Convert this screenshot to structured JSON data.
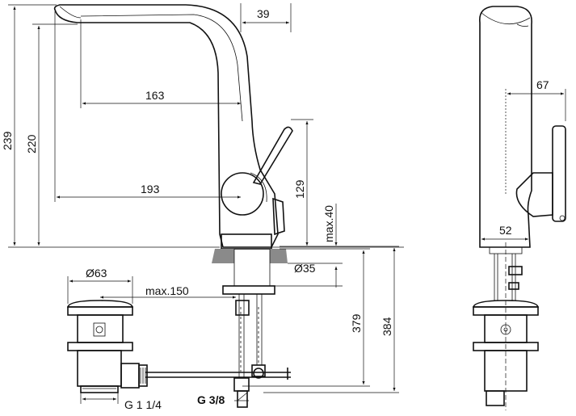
{
  "dimensions": {
    "d39": "39",
    "d163": "163",
    "d193": "193",
    "d239": "239",
    "d220": "220",
    "d129": "129",
    "dmax40": "max.40",
    "d35": "Ø35",
    "d63": "Ø63",
    "dmax150": "max.150",
    "d379": "379",
    "d384": "384",
    "dG114": "G 1 1/4",
    "dG38": "G 3/8",
    "d67": "67",
    "d52": "52"
  }
}
